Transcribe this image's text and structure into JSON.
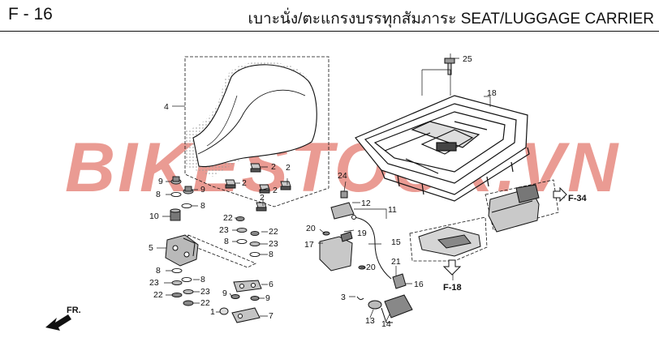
{
  "header": {
    "code": "F - 16",
    "title": "เบาะนั่ง/ตะแกรงบรรทุกสัมภาระ  SEAT/LUGGAGE CARRIER"
  },
  "watermark": {
    "text": "BIKESTOCK.VN",
    "colors": [
      "#d94b3c",
      "#e6a9a3"
    ]
  },
  "parts": {
    "p1": "1",
    "p2": "2",
    "p3": "3",
    "p4": "4",
    "p5": "5",
    "p6": "6",
    "p7": "7",
    "p8": "8",
    "p9": "9",
    "p10": "10",
    "p11": "11",
    "p12": "12",
    "p13": "13",
    "p14": "14",
    "p15": "15",
    "p16": "16",
    "p17": "17",
    "p18": "18",
    "p19": "19",
    "p20": "20",
    "p21": "21",
    "p22": "22",
    "p23": "23",
    "p24": "24",
    "p25": "25"
  },
  "references": {
    "f34": "F-34",
    "f18": "F-18",
    "fr": "FR."
  },
  "colors": {
    "line": "#111111",
    "background": "#ffffff"
  }
}
